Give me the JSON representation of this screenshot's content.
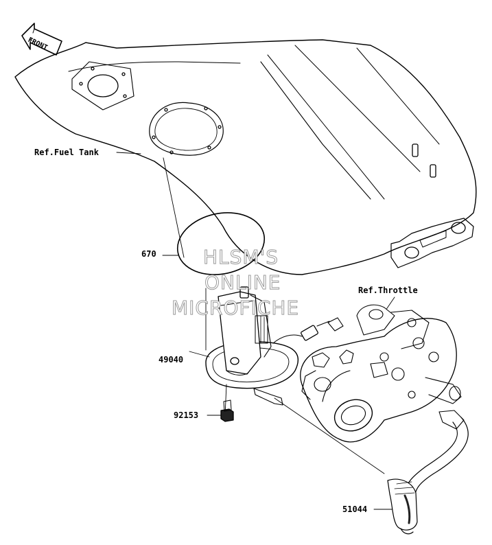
{
  "front_arrow": {
    "label": "FRONT"
  },
  "callouts": {
    "fuel_tank": "Ref.Fuel Tank",
    "throttle": "Ref.Throttle",
    "part_670": "670",
    "part_49040": "49040",
    "part_92153": "92153",
    "part_51044": "51044"
  },
  "watermark": {
    "line1": "HLSM'S",
    "line2": "ONLINE",
    "line3": "MICROFICHE"
  },
  "colors": {
    "line": "#000000",
    "watermark_outline": "#9a9a9a",
    "background": "#ffffff"
  }
}
